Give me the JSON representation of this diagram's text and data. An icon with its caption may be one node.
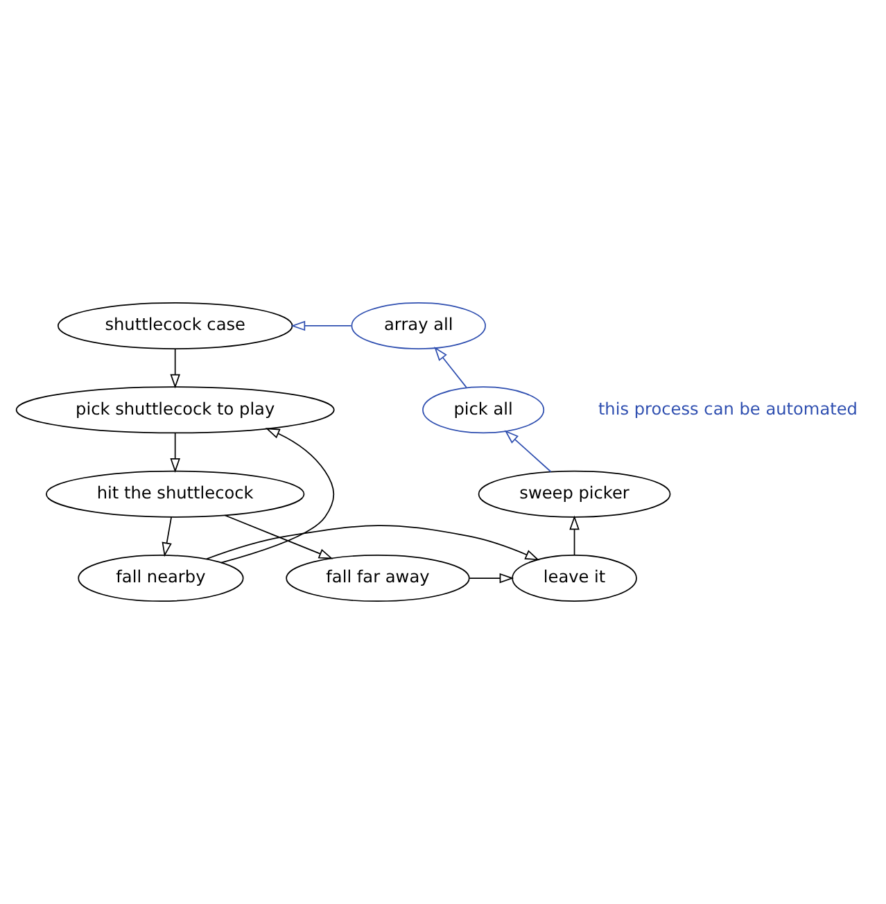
{
  "diagram": {
    "nodes": [
      {
        "text": [
          "shuttlecock case"
        ]
      },
      {
        "text": [
          "pick shuttlecock to play"
        ]
      },
      {
        "text": [
          "hit the shuttlecock"
        ]
      },
      {
        "text": [
          "fall nearby"
        ]
      },
      {
        "text": [
          "fall far away"
        ]
      },
      {
        "text": [
          "leave it"
        ]
      },
      {
        "text": [
          "sweep picker"
        ]
      },
      {
        "text": [
          "pick all"
        ]
      },
      {
        "text": [
          "array all"
        ]
      }
    ],
    "edges": [
      {
        "from": 0,
        "to": 1,
        "arrow": "to"
      },
      {
        "from": 1,
        "to": 2,
        "arrow": "to"
      },
      {
        "from": 2,
        "to": 3,
        "arrow": "to"
      },
      {
        "from": 2,
        "to": 4,
        "arrow": "to"
      },
      {
        "from": 3,
        "to": 1,
        "arrow": "to"
      },
      {
        "from": 4,
        "to": 5,
        "arrow": "to"
      },
      {
        "from": 3,
        "to": 5,
        "arrow": "to"
      },
      {
        "from": 5,
        "to": 6,
        "arrow": "to"
      },
      {
        "from": 6,
        "to": 7,
        "arrow": "to",
        "color": "#2f4fb0"
      },
      {
        "from": 7,
        "to": 8,
        "arrow": "to",
        "color": "#2f4fb0"
      },
      {
        "from": 8,
        "to": 0,
        "arrow": "to",
        "color": "#2f4fb0"
      }
    ],
    "labels": [
      "this process can be automated"
    ]
  }
}
